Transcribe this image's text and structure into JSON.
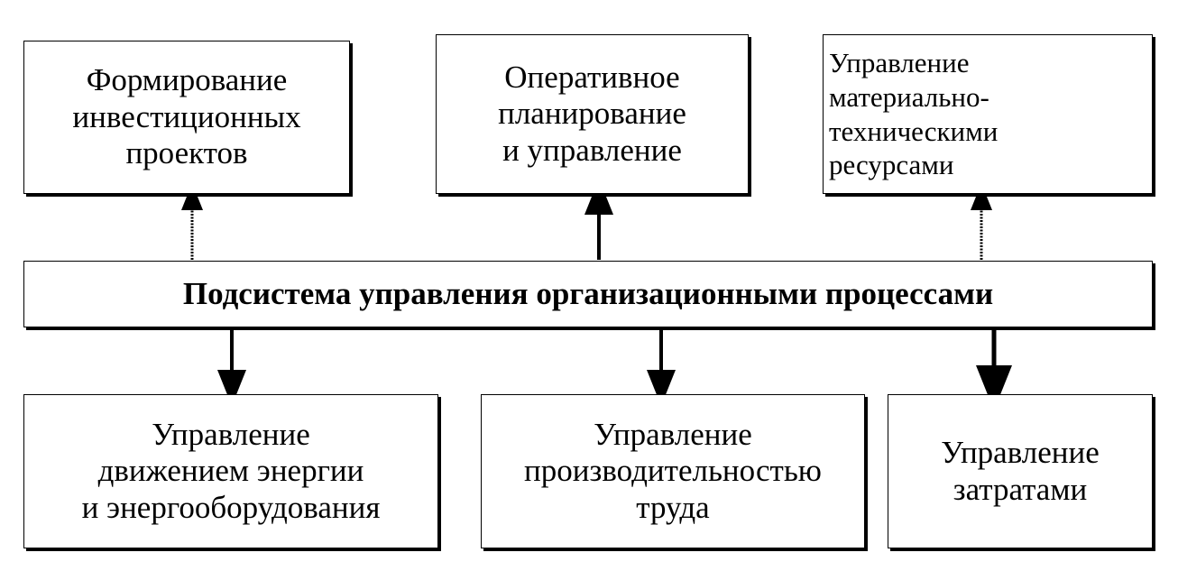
{
  "diagram": {
    "center": "Подсистема управления организационными процессами",
    "top_boxes": [
      {
        "lines": [
          "Формирование",
          "инвестиционных",
          "проектов"
        ]
      },
      {
        "lines": [
          "Оперативное",
          "планирование",
          "и управление"
        ]
      },
      {
        "lines": [
          "Управление",
          "материально-",
          "техническими",
          "ресурсами"
        ]
      }
    ],
    "bottom_boxes": [
      {
        "lines": [
          "Управление",
          "движением энергии",
          "и энергооборудования"
        ]
      },
      {
        "lines": [
          "Управление",
          "производительностью",
          "труда"
        ]
      },
      {
        "lines": [
          "Управление",
          "затратами"
        ]
      }
    ],
    "colors": {
      "line": "#000000",
      "background": "#ffffff"
    }
  }
}
